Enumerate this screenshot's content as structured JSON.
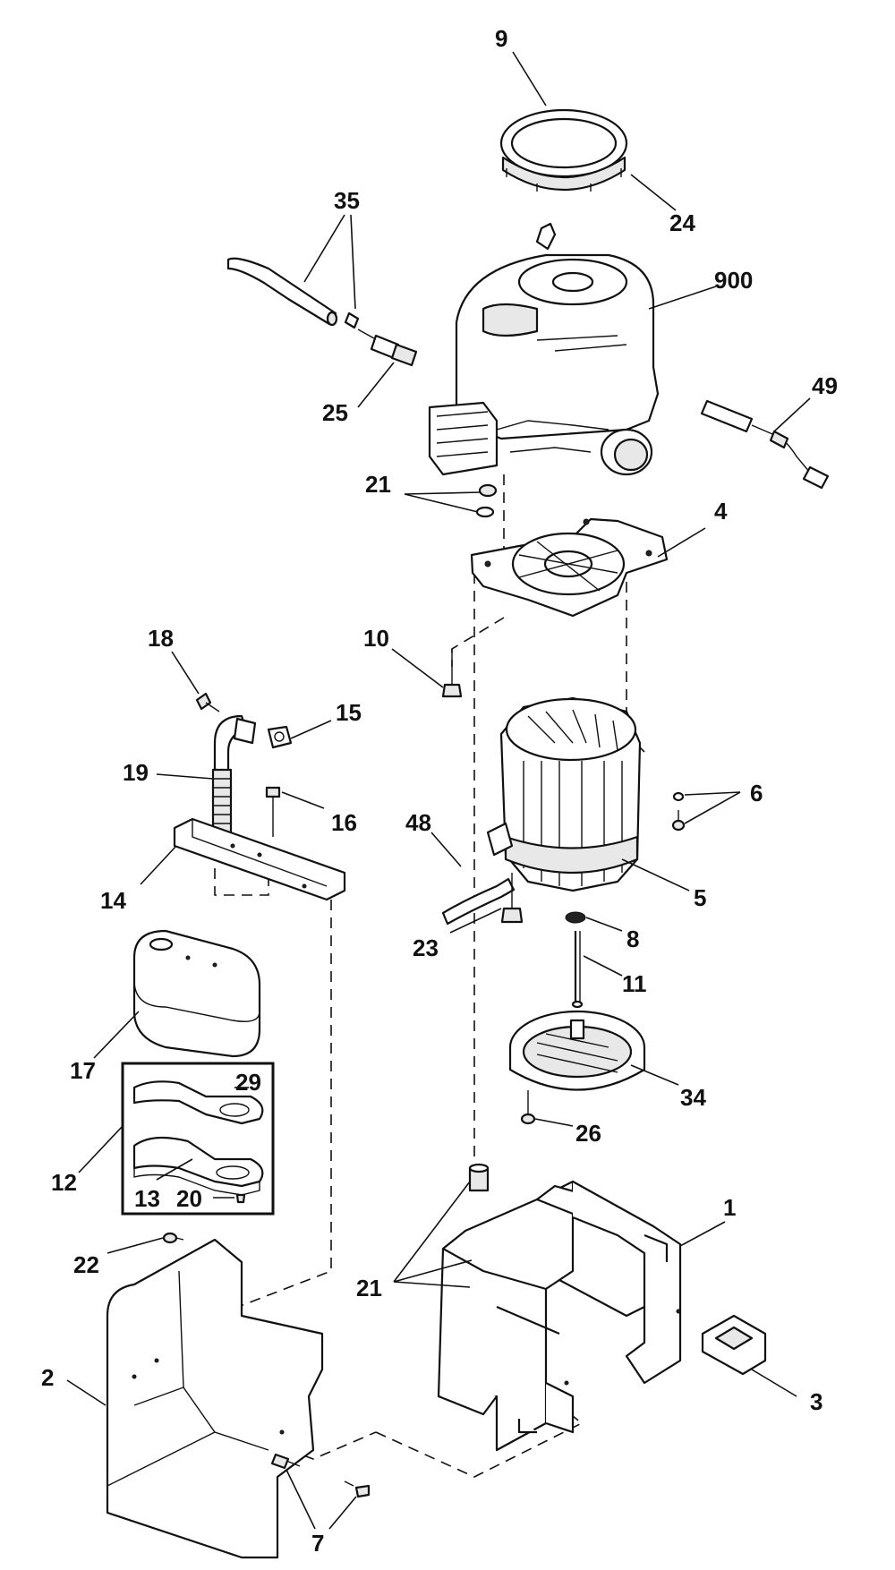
{
  "callouts": [
    {
      "id": "c9",
      "text": "9"
    },
    {
      "id": "c24",
      "text": "24"
    },
    {
      "id": "c35",
      "text": "35"
    },
    {
      "id": "c900",
      "text": "900"
    },
    {
      "id": "c25",
      "text": "25"
    },
    {
      "id": "c49",
      "text": "49"
    },
    {
      "id": "c21a",
      "text": "21"
    },
    {
      "id": "c4",
      "text": "4"
    },
    {
      "id": "c18",
      "text": "18"
    },
    {
      "id": "c10",
      "text": "10"
    },
    {
      "id": "c15",
      "text": "15"
    },
    {
      "id": "c19",
      "text": "19"
    },
    {
      "id": "c16",
      "text": "16"
    },
    {
      "id": "c6",
      "text": "6"
    },
    {
      "id": "c48",
      "text": "48"
    },
    {
      "id": "c14",
      "text": "14"
    },
    {
      "id": "c5",
      "text": "5"
    },
    {
      "id": "c23",
      "text": "23"
    },
    {
      "id": "c8",
      "text": "8"
    },
    {
      "id": "c11",
      "text": "11"
    },
    {
      "id": "c17",
      "text": "17"
    },
    {
      "id": "c29",
      "text": "29"
    },
    {
      "id": "c34",
      "text": "34"
    },
    {
      "id": "c26",
      "text": "26"
    },
    {
      "id": "c12",
      "text": "12"
    },
    {
      "id": "c13",
      "text": "13"
    },
    {
      "id": "c20",
      "text": "20"
    },
    {
      "id": "c1",
      "text": "1"
    },
    {
      "id": "c22",
      "text": "22"
    },
    {
      "id": "c21b",
      "text": "21"
    },
    {
      "id": "c2",
      "text": "2"
    },
    {
      "id": "c3",
      "text": "3"
    },
    {
      "id": "c7",
      "text": "7"
    }
  ]
}
